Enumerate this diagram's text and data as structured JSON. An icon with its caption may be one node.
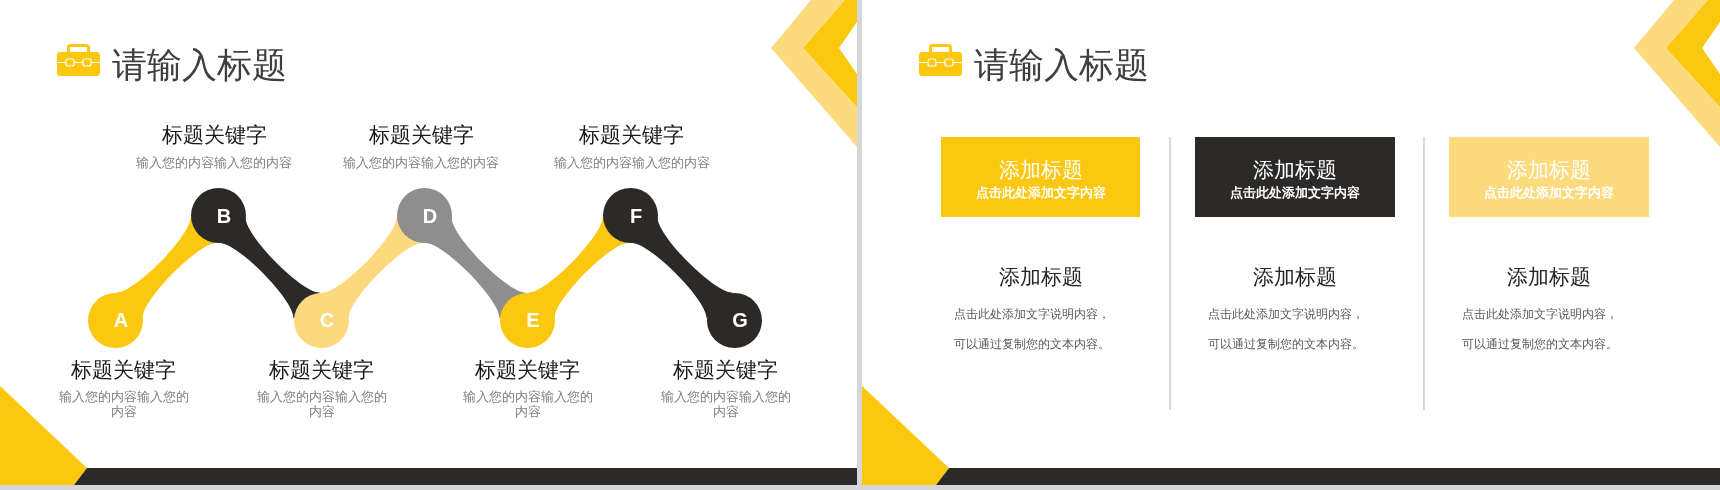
{
  "diagram": {
    "nodes": [
      {
        "text": [
          "A"
        ],
        "beside": [
          "标题关键字",
          "输入您的内容输入您的内容"
        ]
      },
      {
        "text": [
          "B"
        ],
        "beside": [
          "标题关键字",
          "输入您的内容输入您的内容"
        ]
      },
      {
        "text": [
          "C"
        ],
        "beside": [
          "标题关键字",
          "输入您的内容输入您的内容"
        ]
      },
      {
        "text": [
          "D"
        ],
        "beside": [
          "标题关键字",
          "输入您的内容输入您的内容"
        ]
      },
      {
        "text": [
          "E"
        ],
        "beside": [
          "标题关键字",
          "输入您的内容输入您的内容"
        ]
      },
      {
        "text": [
          "F"
        ],
        "beside": [
          "标题关键字",
          "输入您的内容输入您的内容"
        ]
      },
      {
        "text": [
          "G"
        ],
        "beside": [
          "标题关键字",
          "输入您的内容输入您的内容"
        ]
      },
      {
        "text": [
          "添加标题",
          "点击此处添加文字内容"
        ],
        "beside": [
          "添加标题",
          "点击此处添加文字说明内容，可以通过复制您的文本内容。"
        ]
      },
      {
        "text": [
          "添加标题",
          "点击此处添加文字内容"
        ],
        "beside": [
          "添加标题",
          "点击此处添加文字说明内容，可以通过复制您的文本内容。"
        ]
      },
      {
        "text": [
          "添加标题",
          "点击此处添加文字内容"
        ],
        "beside": [
          "添加标题",
          "点击此处添加文字说明内容，可以通过复制您的文本内容。"
        ]
      }
    ],
    "edges": [
      {
        "from": 0,
        "to": 1,
        "arrow": "none",
        "color": "#fcc70f"
      },
      {
        "from": 1,
        "to": 2,
        "arrow": "none",
        "color": "#2b2a29"
      },
      {
        "from": 2,
        "to": 3,
        "arrow": "none",
        "color": "#fcd97c"
      },
      {
        "from": 3,
        "to": 4,
        "arrow": "none",
        "color": "#8e8e8e"
      },
      {
        "from": 4,
        "to": 5,
        "arrow": "none",
        "color": "#fcc70f"
      },
      {
        "from": 5,
        "to": 6,
        "arrow": "none",
        "color": "#2b2a29"
      }
    ],
    "labels": [
      "请输入标题",
      "请输入标题"
    ]
  }
}
